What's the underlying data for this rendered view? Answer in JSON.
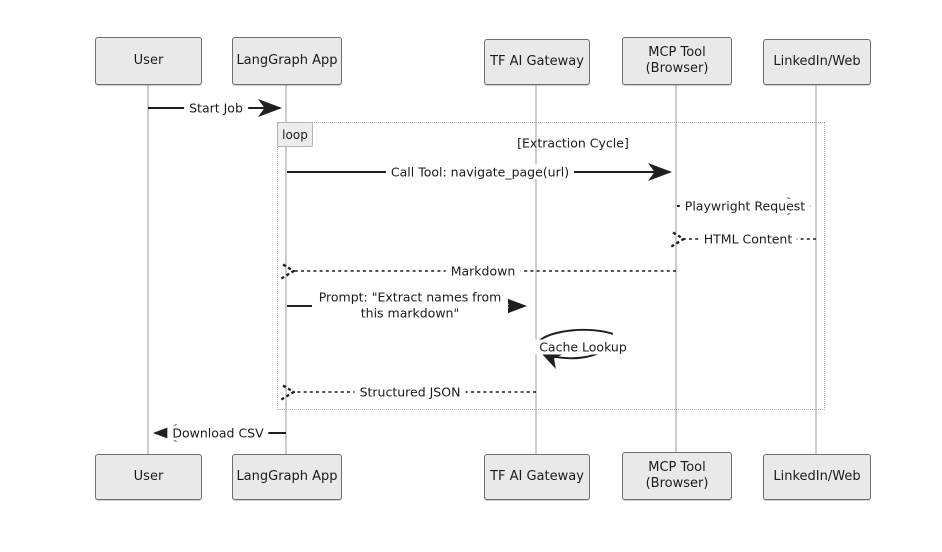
{
  "diagram": {
    "type": "sequence-diagram",
    "style": "hand-drawn",
    "actors": [
      {
        "label": "User"
      },
      {
        "label": "LangGraph App"
      },
      {
        "label": "TF AI Gateway"
      },
      {
        "label": "MCP Tool",
        "sublabel": "(Browser)"
      },
      {
        "label": "LinkedIn/Web"
      }
    ],
    "loop": {
      "operator": "loop",
      "condition": "[Extraction Cycle]"
    },
    "messages": [
      {
        "from": "User",
        "to": "LangGraph App",
        "label": "Start Job",
        "line": "solid"
      },
      {
        "from": "LangGraph App",
        "to": "MCP Tool (Browser)",
        "label": "Call Tool: navigate_page(url)",
        "line": "solid"
      },
      {
        "from": "MCP Tool (Browser)",
        "to": "LinkedIn/Web",
        "label": "Playwright Request",
        "line": "solid"
      },
      {
        "from": "LinkedIn/Web",
        "to": "MCP Tool (Browser)",
        "label": "HTML Content",
        "line": "dashed"
      },
      {
        "from": "MCP Tool (Browser)",
        "to": "LangGraph App",
        "label": "Markdown",
        "line": "dashed"
      },
      {
        "from": "LangGraph App",
        "to": "TF AI Gateway",
        "label": "Prompt: \"Extract names from this markdown\"",
        "line": "solid"
      },
      {
        "from": "TF AI Gateway",
        "to": "TF AI Gateway",
        "label": "Cache Lookup",
        "line": "self"
      },
      {
        "from": "TF AI Gateway",
        "to": "LangGraph App",
        "label": "Structured JSON",
        "line": "dashed"
      },
      {
        "from": "LangGraph App",
        "to": "User",
        "label": "Download CSV",
        "line": "solid"
      }
    ],
    "colors": {
      "background": "#ffffff",
      "actor_fill": "#e9e9e9",
      "actor_border": "#6e6e6e",
      "lifeline": "#c4c4c4",
      "loop_frame": "#aeb4ba",
      "arrow": "#1f1f1f",
      "text": "#1b1b1b"
    }
  }
}
